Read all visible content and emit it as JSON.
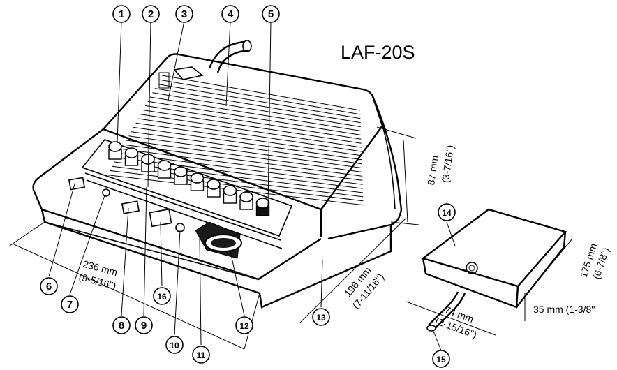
{
  "model": "LAF-20S",
  "callouts": [
    {
      "n": "1"
    },
    {
      "n": "2"
    },
    {
      "n": "3"
    },
    {
      "n": "4"
    },
    {
      "n": "5"
    },
    {
      "n": "6"
    },
    {
      "n": "7"
    },
    {
      "n": "8"
    },
    {
      "n": "9"
    },
    {
      "n": "10"
    },
    {
      "n": "11"
    },
    {
      "n": "12"
    },
    {
      "n": "13"
    },
    {
      "n": "14"
    },
    {
      "n": "15"
    },
    {
      "n": "16"
    }
  ],
  "dimensions": {
    "height_main": "87 mm",
    "height_main_in": "(3-7/16'')",
    "depth_main": "196 mm",
    "depth_main_in": "(7-11/16'')",
    "width_main": "236 mm",
    "width_main_in": "(9-5/16'')",
    "depth_unit": "175 mm",
    "depth_unit_in": "(6-7/8'')",
    "height_unit": "35 mm (1-3/8''",
    "width_unit": "74 mm",
    "width_unit_in": "(2-15/16'')"
  }
}
